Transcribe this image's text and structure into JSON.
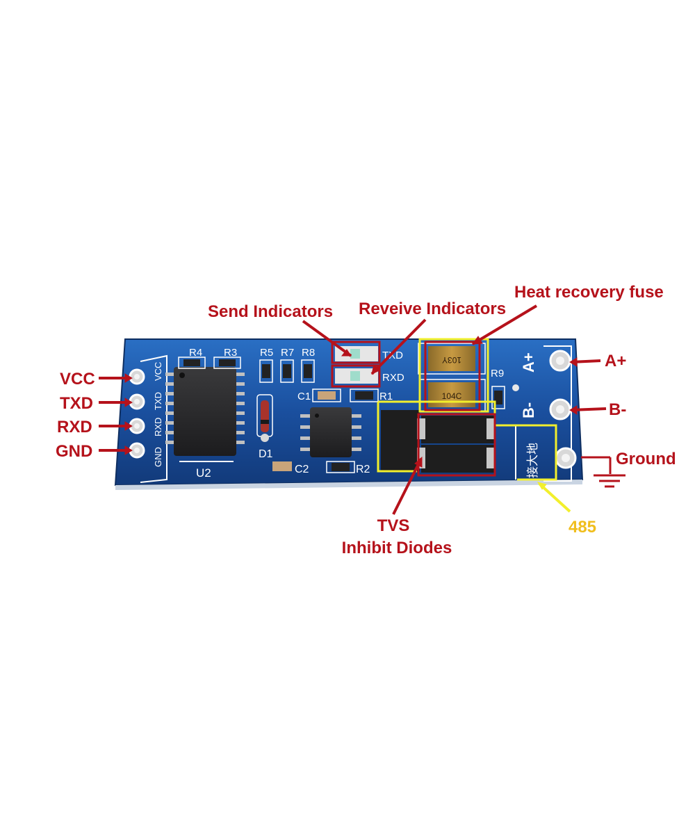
{
  "callouts": {
    "send_indicators": "Send Indicators",
    "receive_indicators": "Reveive Indicators",
    "heat_recovery_fuse": "Heat recovery fuse",
    "vcc": "VCC",
    "txd": "TXD",
    "rxd": "RXD",
    "gnd": "GND",
    "a_plus": "A+",
    "b_minus": "B-",
    "ground": "Ground",
    "tvs_line1": "TVS",
    "tvs_line2": "Inhibit Diodes",
    "area_485": "485"
  },
  "silkscreen": {
    "r4": "R4",
    "r3": "R3",
    "r5": "R5",
    "r7": "R7",
    "r8": "R8",
    "c1": "C1",
    "r1": "R1",
    "r9": "R9",
    "d1": "D1",
    "c2": "C2",
    "r2": "R2",
    "u2": "U2",
    "vcc": "VCC",
    "txd": "TXD",
    "rxd": "RXD",
    "gnd": "GND",
    "led_txd": "TXD",
    "led_rxd": "RXD",
    "a_plus": "A+",
    "b_minus": "B-",
    "ground_cn": "接大地",
    "fuse1_mark": "103Y",
    "fuse2_mark": "104C"
  },
  "colors": {
    "callout_red": "#b5121b",
    "highlight_yellow": "#f2ef2c",
    "label_485": "#f0be1e",
    "pcb_blue": "#1a4f9e"
  }
}
